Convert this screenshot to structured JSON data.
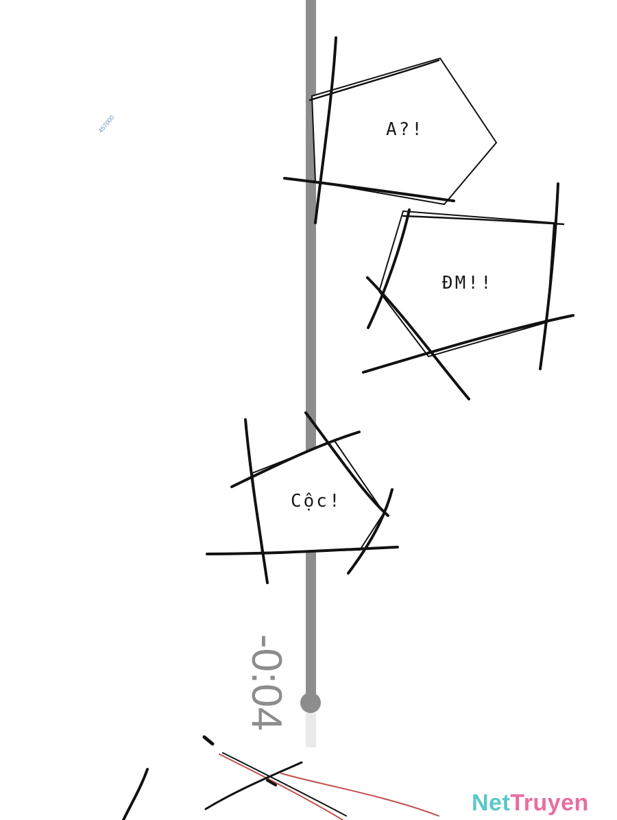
{
  "bubbles": {
    "first": "A?!",
    "second": "ĐM!!",
    "third": "Cộc!"
  },
  "video_timer": "-0:04",
  "watermark_code": "457000",
  "brand": {
    "part1": "Net",
    "part2": "Truyen"
  },
  "colors": {
    "track": "#8d8d8d",
    "ink": "#111111",
    "brand_primary": "#5bc8c8",
    "brand_accent": "#e86da0"
  }
}
